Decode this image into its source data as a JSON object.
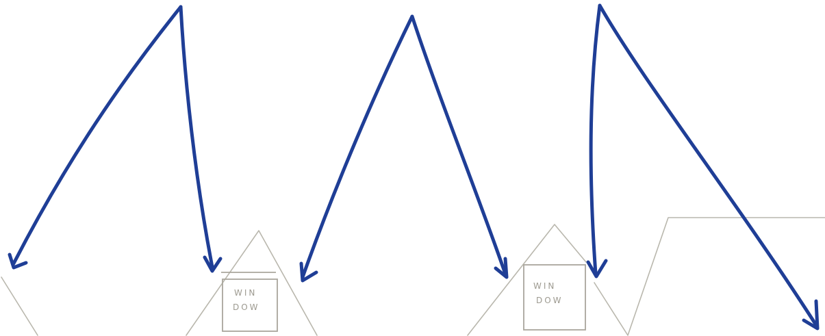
{
  "windows": [
    {
      "line1": "WIN",
      "line2": "DOW"
    },
    {
      "line1": "WIN",
      "line2": "DOW"
    }
  ],
  "arrow_color": "#1f3e96",
  "outline_color": "#b9b7ad"
}
